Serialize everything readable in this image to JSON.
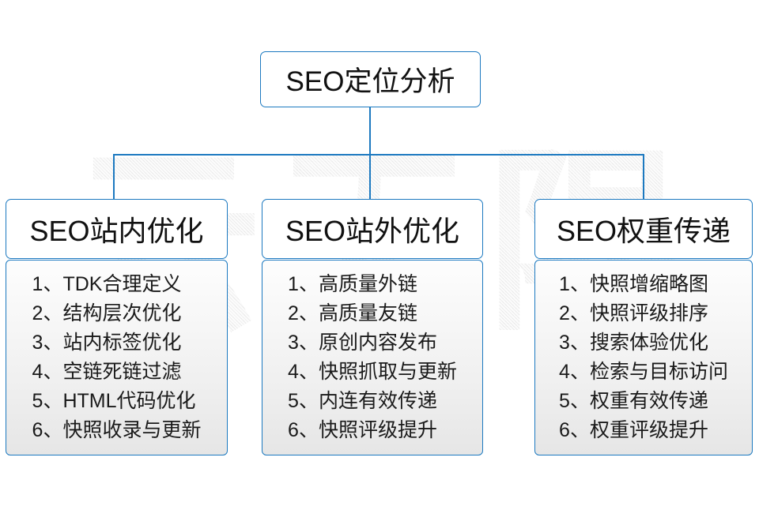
{
  "diagram": {
    "title": "SEO定位分析",
    "watermark": "云无限",
    "accent_color": "#1c79c0",
    "text_color": "#111111",
    "branches": [
      {
        "header": "SEO站内优化",
        "items": [
          "1、TDK合理定义",
          "2、结构层次优化",
          "3、站内标签优化",
          "4、空链死链过滤",
          "5、HTML代码优化",
          "6、快照收录与更新"
        ]
      },
      {
        "header": "SEO站外优化",
        "items": [
          "1、高质量外链",
          "2、高质量友链",
          "3、原创内容发布",
          "4、快照抓取与更新",
          "5、内连有效传递",
          "6、快照评级提升"
        ]
      },
      {
        "header": "SEO权重传递",
        "items": [
          "1、快照增缩略图",
          "2、快照评级排序",
          "3、搜索体验优化",
          "4、检索与目标访问",
          "5、权重有效传递",
          "6、权重评级提升"
        ]
      }
    ]
  }
}
